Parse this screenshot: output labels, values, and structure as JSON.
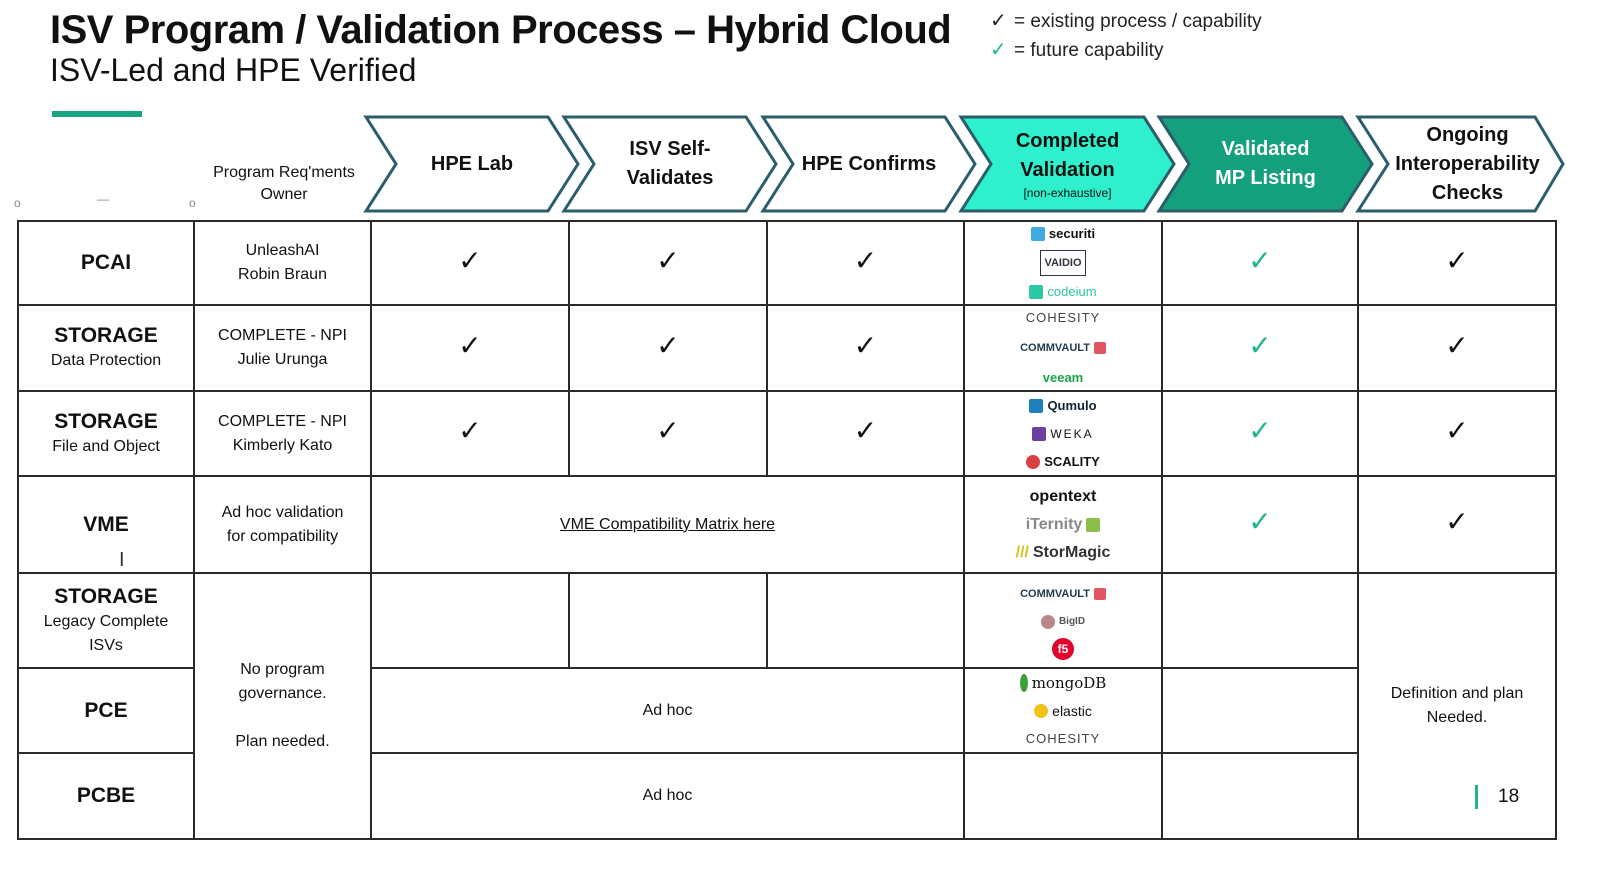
{
  "title": "ISV Program / Validation Process – Hybrid Cloud",
  "subtitle": "ISV-Led and HPE Verified",
  "legend": [
    {
      "mark": "✓",
      "text": "= existing process / capability",
      "color": "#222222"
    },
    {
      "mark": "✓",
      "text": "= future capability",
      "color": "#1fb58f"
    }
  ],
  "owner_header": "Program Req'ments Owner",
  "stages": [
    {
      "label": "HPE Lab",
      "sub": ""
    },
    {
      "label": "ISV Self-Validates",
      "sub": ""
    },
    {
      "label": "HPE Confirms",
      "sub": ""
    },
    {
      "label": "Completed Validation",
      "sub": "[non-exhaustive]"
    },
    {
      "label": "Validated MP Listing",
      "sub": ""
    },
    {
      "label": "Ongoing Interoperability Checks",
      "sub": ""
    }
  ],
  "colors": {
    "accent": "#1aa37f",
    "completed_fill": "#2ef0cc",
    "validated_fill": "#14a07c",
    "chevron_border": "#2c5d6b",
    "future_check": "#1fb58f"
  },
  "check": "✓",
  "rows": [
    {
      "name": "PCAI",
      "sub": "",
      "owner": "UnleashAI Robin Braun",
      "logos": [
        "securiti",
        "VAIDIO",
        "codeium"
      ]
    },
    {
      "name": "STORAGE",
      "sub": "Data Protection",
      "owner": "COMPLETE - NPI Julie Urunga",
      "logos": [
        "COHESITY",
        "COMMVAULT",
        "veeam"
      ]
    },
    {
      "name": "STORAGE",
      "sub": "File and Object",
      "owner": "COMPLETE - NPI Kimberly Kato",
      "logos": [
        "Qumulo",
        "WEKA",
        "SCALITY"
      ]
    },
    {
      "name": "VME",
      "sub": "",
      "owner": "Ad hoc validation for compatibility",
      "span_text": "VME Compatibility Matrix here",
      "logos": [
        "opentext",
        "iTernity",
        "StorMagic"
      ]
    },
    {
      "name": "STORAGE",
      "sub": "Legacy Complete ISVs",
      "logos": [
        "COMMVAULT",
        "BigID",
        "f5"
      ]
    },
    {
      "name": "PCE",
      "sub": "",
      "span_text": "Ad hoc",
      "logos": [
        "mongoDB",
        "elastic",
        "COHESITY"
      ]
    },
    {
      "name": "PCBE",
      "sub": "",
      "span_text": "Ad hoc",
      "logos": []
    }
  ],
  "merged_owner": "No program governance.\n\nPlan needed.",
  "merged_ongoing": "Definition and plan Needed.",
  "page_number": "18"
}
